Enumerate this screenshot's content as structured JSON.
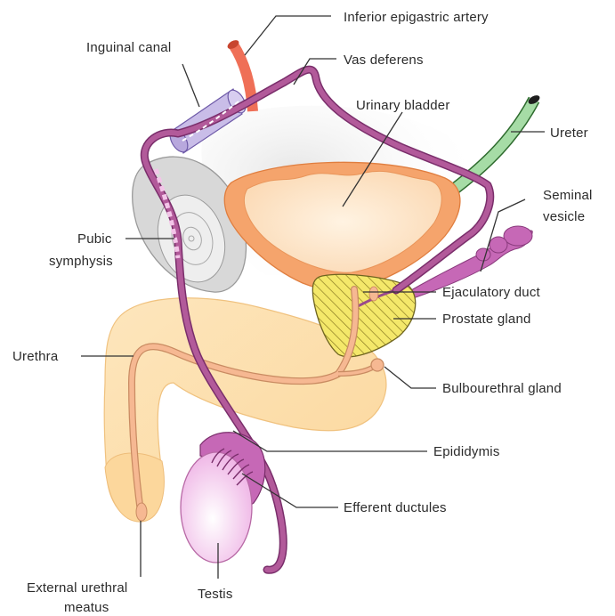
{
  "labels": {
    "inferior_epigastric_artery": "Inferior epigastric artery",
    "inguinal_canal": "Inguinal canal",
    "vas_deferens": "Vas deferens",
    "urinary_bladder": "Urinary bladder",
    "ureter": "Ureter",
    "seminal_vesicle_1": "Seminal",
    "seminal_vesicle_2": "vesicle",
    "pubic_symphysis_1": "Pubic",
    "pubic_symphysis_2": "symphysis",
    "ejaculatory_duct": "Ejaculatory duct",
    "prostate_gland": "Prostate gland",
    "urethra": "Urethra",
    "bulbourethral_gland": "Bulbourethral gland",
    "epididymis": "Epididymis",
    "efferent_ductules": "Efferent ductules",
    "external_urethral_meatus_1": "External urethral",
    "external_urethral_meatus_2": "meatus",
    "testis": "Testis"
  },
  "colors": {
    "vas_deferens": "#b25a9a",
    "artery": "#ef6f57",
    "ureter": "#a6dca6",
    "bladder_wall": "#f5a46c",
    "bladder_lumen": "#fde3c4",
    "penis": "#fde0ad",
    "urethra": "#f6b892",
    "prostate": "#f4e86a",
    "pubic_bone": "#d9d9d9",
    "inguinal_canal": "#c6b8e6",
    "testis": "#f3c9ec",
    "epididymis": "#c668b6"
  }
}
